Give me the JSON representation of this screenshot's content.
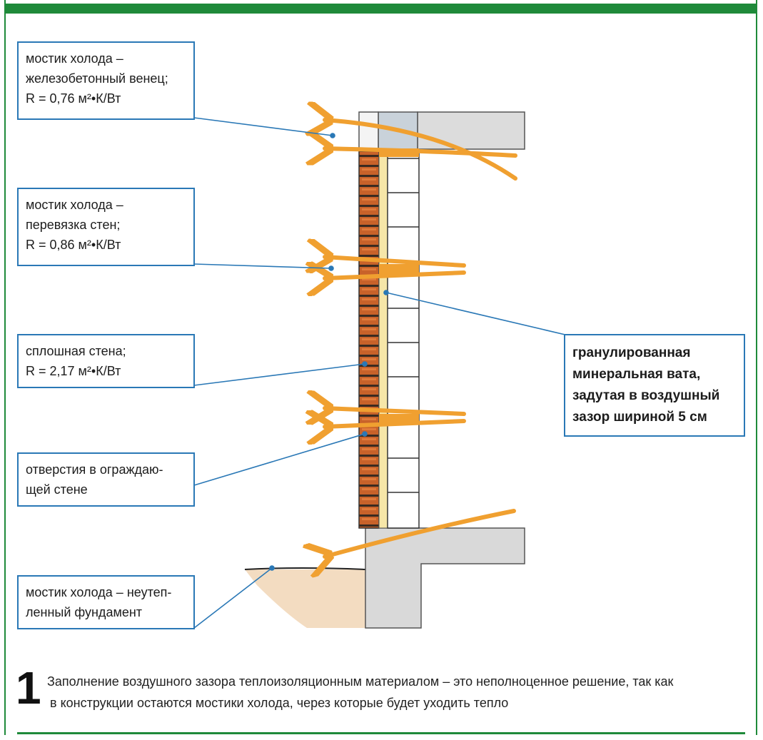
{
  "labels": {
    "cold_bridge_crown": [
      "мостик холода –",
      "железобетонный венец;",
      "R = 0,76 м²•К/Вт"
    ],
    "cold_bridge_ties": [
      "мостик холода –",
      "перевязка стен;",
      "R = 0,86 м²•К/Вт"
    ],
    "solid_wall": [
      "сплошная стена;",
      "R = 2,17 м²•К/Вт"
    ],
    "wall_openings": [
      "отверстия в ограждаю-",
      "щей стене"
    ],
    "cold_bridge_foundation": [
      "мостик холода – неутеп-",
      "ленный фундамент"
    ],
    "mineral_wool": [
      "гранулированная",
      "минеральная вата,",
      "задутая в воздушный",
      "зазор шириной 5 см"
    ]
  },
  "caption": {
    "number": "1",
    "line1": "Заполнение воздушного зазора теплоизоляционным материалом – это неполноценное решение, так как",
    "line2": "в конструкции остаются мостики холода, через которые будет уходить тепло"
  },
  "colors": {
    "accent_green": "#1f8a3a",
    "callout_blue": "#2a78b6",
    "heat_arrow": "#f0a030",
    "brick": "#c8622a",
    "insulation": "#f6e6a8",
    "concrete": "#d9d9d9",
    "soil": "#f3dcc1"
  }
}
